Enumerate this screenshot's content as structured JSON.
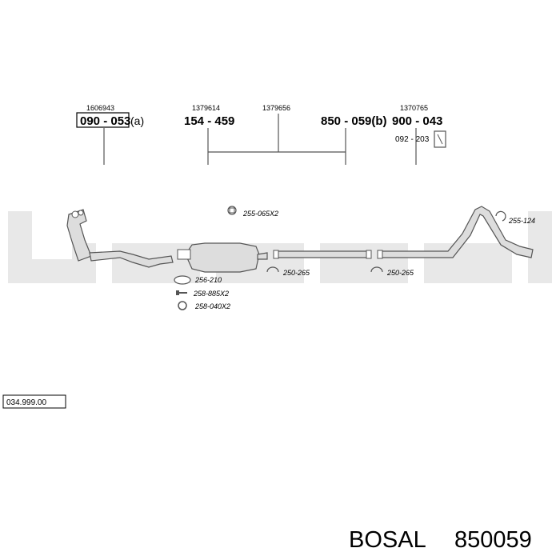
{
  "watermark": {
    "text": "bosal"
  },
  "header_parts": [
    {
      "ref": "1606943",
      "number": "090 - 053",
      "suffix": "(a)"
    },
    {
      "ref": "1379614",
      "number": "154 - 459"
    },
    {
      "ref": "1379656"
    },
    {
      "number": "850 - 059(b)"
    },
    {
      "ref": "1370765",
      "number": "900 - 043"
    },
    {
      "number": "092 - 203"
    }
  ],
  "components": [
    {
      "label": "255-065X2"
    },
    {
      "label": "255-124"
    },
    {
      "label": "256-210"
    },
    {
      "label": "258-885X2"
    },
    {
      "label": "258-040X2"
    },
    {
      "label": "250-265"
    },
    {
      "label": "250-265"
    }
  ],
  "diagram_ref": "034.999.00",
  "caption": {
    "brand": "BOSAL",
    "part": "850059"
  },
  "colors": {
    "watermark": "#e8e8e8",
    "part_fill": "#dddddd",
    "stroke": "#555555"
  }
}
